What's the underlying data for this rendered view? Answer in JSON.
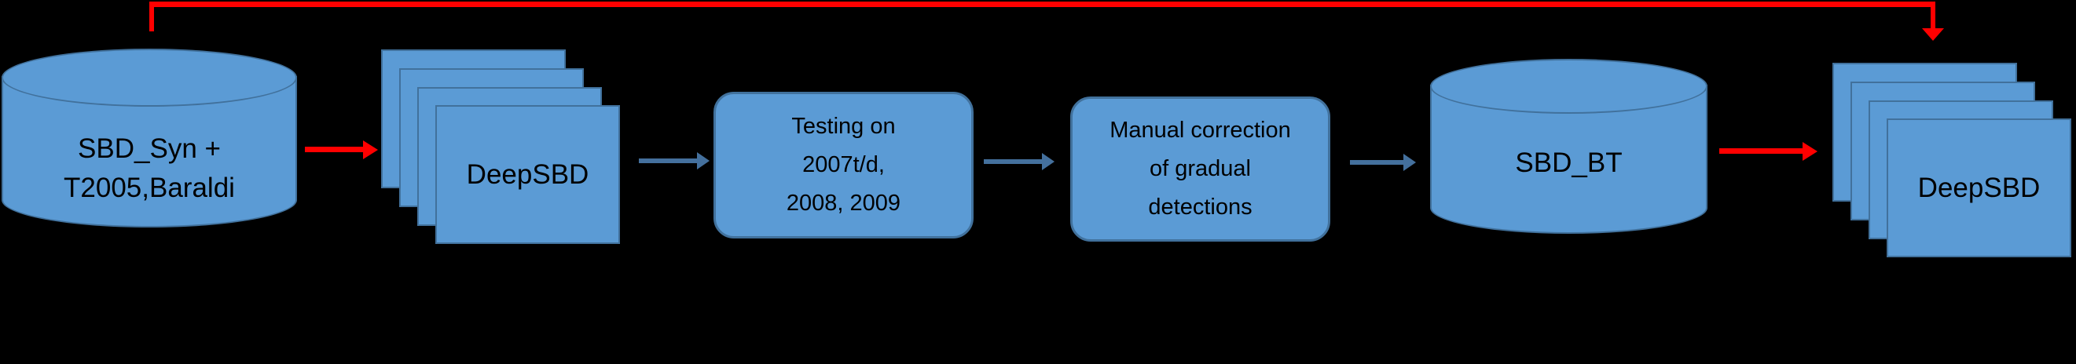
{
  "diagram": {
    "background_color": "#000000",
    "shape_fill_color": "#5B9BD5",
    "shape_border_color": "#41719C",
    "step_arrow_color": "#44709D",
    "flow_arrow_color": "#FF0000",
    "nodes": {
      "source_db": {
        "type": "database-cylinder",
        "line1": "SBD_Syn +",
        "line2": "T2005,Baraldi"
      },
      "deepsbd_initial": {
        "type": "layered-stack",
        "label": "DeepSBD"
      },
      "testing": {
        "type": "rounded-process",
        "line1": "Testing on",
        "line2": "2007t/d,",
        "line3": "2008, 2009"
      },
      "manual_correction": {
        "type": "rounded-process",
        "line1": "Manual correction",
        "line2": "of gradual",
        "line3": "detections"
      },
      "bt_db": {
        "type": "database-cylinder",
        "label": "SBD_BT"
      },
      "deepsbd_retrained": {
        "type": "layered-stack",
        "label": "DeepSBD"
      }
    },
    "edges": [
      {
        "from": "source_db",
        "to": "deepsbd_initial",
        "color": "#FF0000",
        "route": "direct"
      },
      {
        "from": "deepsbd_initial",
        "to": "testing",
        "color": "#44709D",
        "route": "direct"
      },
      {
        "from": "testing",
        "to": "manual_correction",
        "color": "#44709D",
        "route": "direct"
      },
      {
        "from": "manual_correction",
        "to": "bt_db",
        "color": "#44709D",
        "route": "direct"
      },
      {
        "from": "bt_db",
        "to": "deepsbd_retrained",
        "color": "#FF0000",
        "route": "direct"
      },
      {
        "from": "source_db",
        "to": "deepsbd_retrained",
        "color": "#FF0000",
        "route": "top-feedback-elbow"
      }
    ]
  }
}
